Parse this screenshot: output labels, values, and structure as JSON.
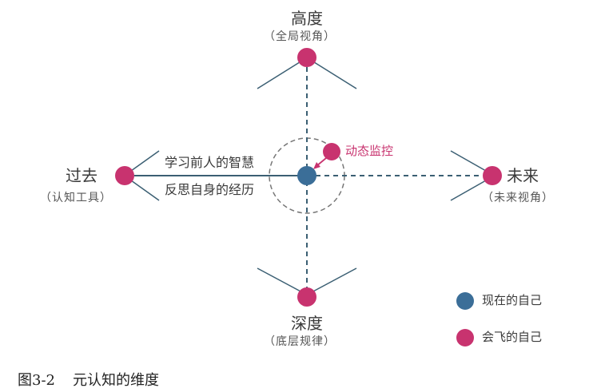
{
  "diagram": {
    "top": {
      "title": "高度",
      "subtitle": "（全局视角）"
    },
    "bottom": {
      "title": "深度",
      "subtitle": "（底层规律）"
    },
    "left": {
      "title": "过去",
      "subtitle": "（认知工具）"
    },
    "right": {
      "title": "未来",
      "subtitle": "（未来视角）"
    },
    "left_line_upper": "学习前人的智慧",
    "left_line_lower": "反思自身的经历",
    "monitor_label": "动态监控"
  },
  "legend": {
    "current_self": "现在的自己",
    "flying_self": "会飞的自己"
  },
  "colors": {
    "current": "#3b6e98",
    "flying": "#c8336f",
    "line": "#3b5f73"
  },
  "caption": {
    "figure_no": "图3-2",
    "title": "元认知的维度"
  }
}
